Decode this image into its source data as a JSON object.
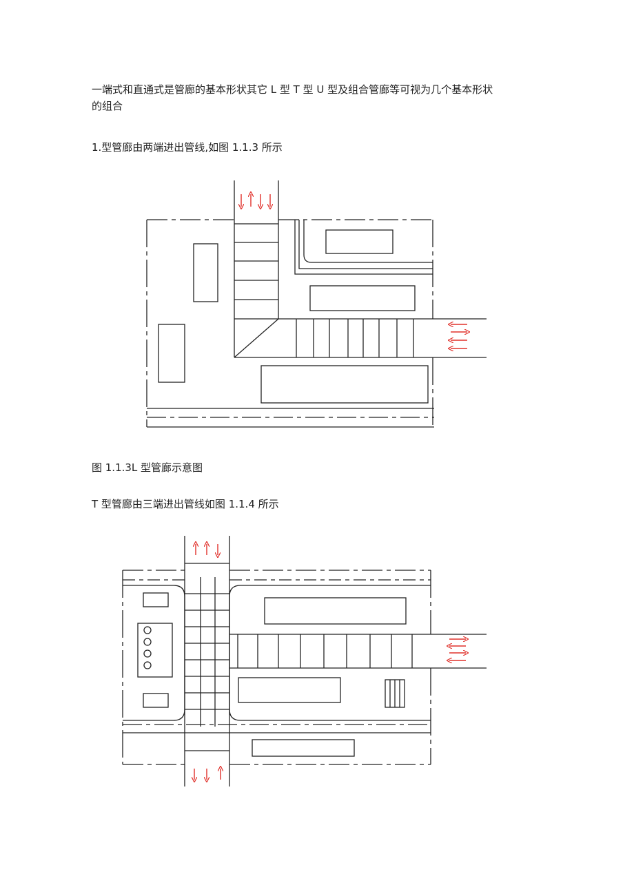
{
  "paragraphs": {
    "intro_line1": "一端式和直通式是管廊的基本形状其它 L 型 T 型 U 型及组合管廊等可视为几个基本形状",
    "intro_line2": "的组合",
    "l_type": "1.型管廊由两端进出管线,如图 1.1.3 所示",
    "l_caption": "图 1.1.3L 型管廊示意图",
    "t_type": "T 型管廊由三端进出管线如图 1.1.4 所示"
  },
  "figures": {
    "fig_113": {
      "arrow_color": "#e0302a",
      "line_color": "#222222"
    },
    "fig_114": {
      "arrow_color": "#e0302a",
      "line_color": "#222222"
    }
  }
}
